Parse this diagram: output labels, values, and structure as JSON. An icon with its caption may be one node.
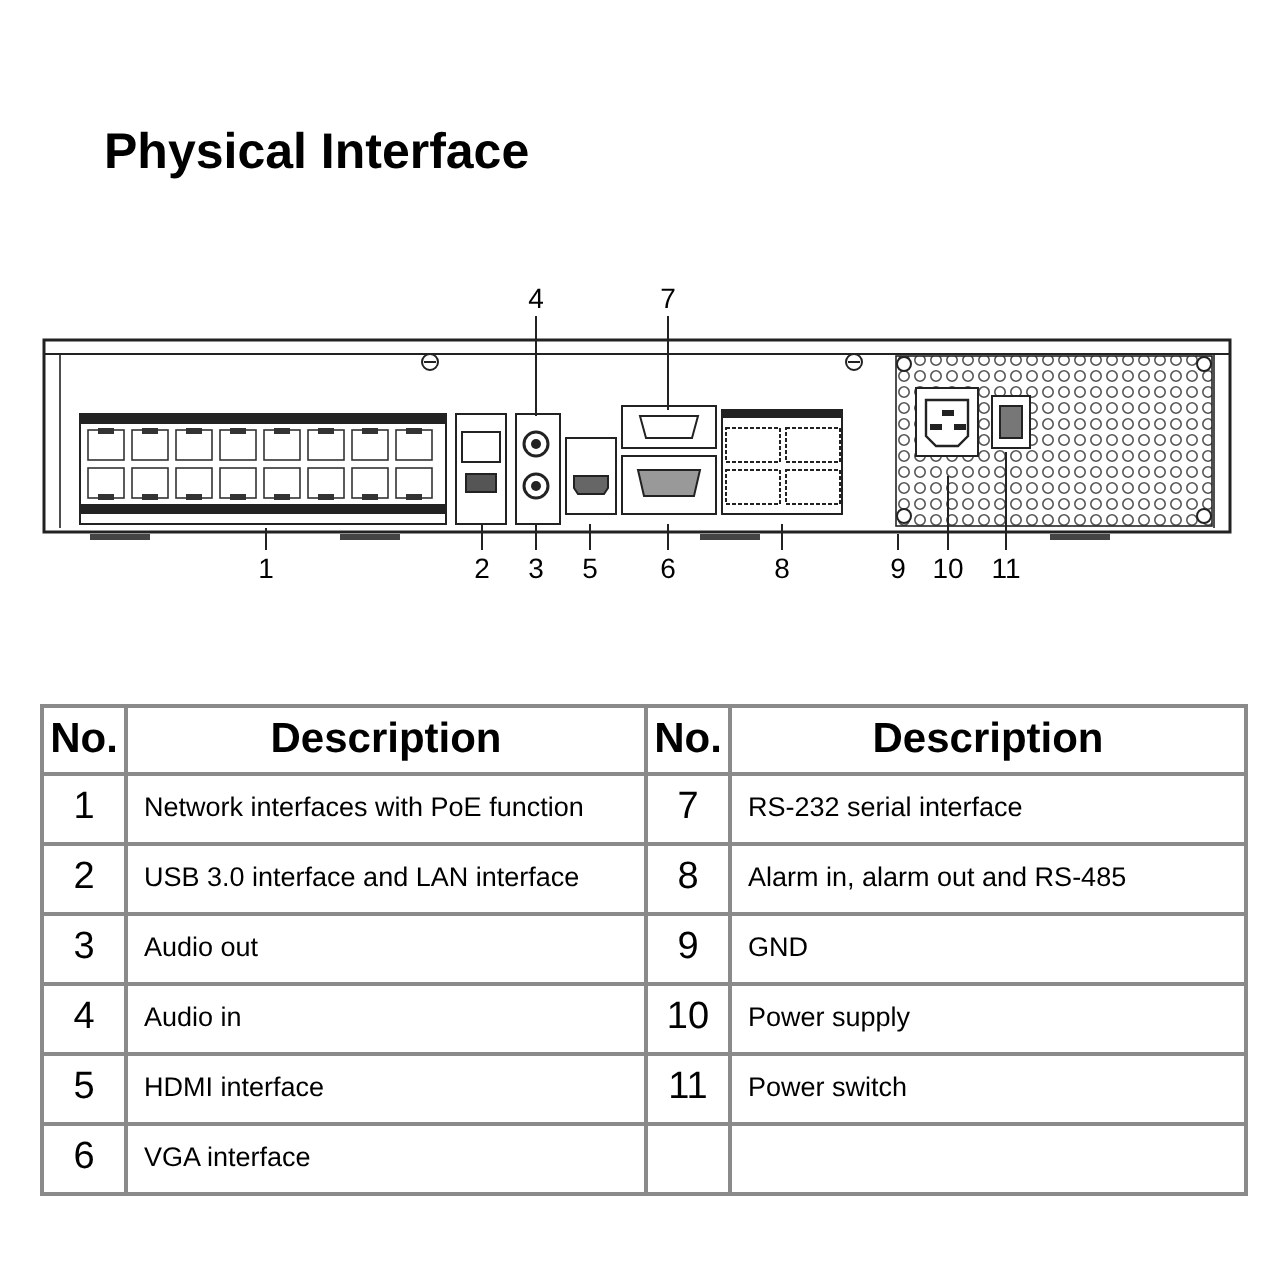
{
  "diagram": {
    "title": "Physical Interface",
    "nodes": [
      {
        "text": [
          "1"
        ]
      },
      {
        "text": [
          "2"
        ]
      },
      {
        "text": [
          "3"
        ]
      },
      {
        "text": [
          "4"
        ]
      },
      {
        "text": [
          "5"
        ]
      },
      {
        "text": [
          "6"
        ]
      },
      {
        "text": [
          "7"
        ]
      },
      {
        "text": [
          "8"
        ]
      },
      {
        "text": [
          "9"
        ]
      },
      {
        "text": [
          "10"
        ]
      },
      {
        "text": [
          "11"
        ]
      }
    ],
    "edges": [
      {
        "from": 0,
        "to": null,
        "arrow": "none"
      },
      {
        "from": 1,
        "to": null,
        "arrow": "none"
      },
      {
        "from": 2,
        "to": null,
        "arrow": "none"
      },
      {
        "from": 3,
        "to": null,
        "arrow": "none"
      },
      {
        "from": 4,
        "to": null,
        "arrow": "none"
      },
      {
        "from": 5,
        "to": null,
        "arrow": "none"
      },
      {
        "from": 6,
        "to": null,
        "arrow": "none"
      },
      {
        "from": 7,
        "to": null,
        "arrow": "none"
      },
      {
        "from": 8,
        "to": null,
        "arrow": "none"
      },
      {
        "from": 9,
        "to": null,
        "arrow": "none"
      },
      {
        "from": 10,
        "to": null,
        "arrow": "none"
      }
    ],
    "labels": [
      "No.",
      "Description",
      "No.",
      "Description",
      "1",
      "Network interfaces with PoE function",
      "7",
      "RS-232 serial interface",
      "2",
      "USB 3.0 interface and LAN interface",
      "8",
      "Alarm in, alarm out and RS-485",
      "3",
      "Audio out",
      "9",
      "GND",
      "4",
      "Audio in",
      "10",
      "Power supply",
      "5",
      "HDMI interface",
      "11",
      "Power switch",
      "6",
      "VGA interface"
    ]
  }
}
